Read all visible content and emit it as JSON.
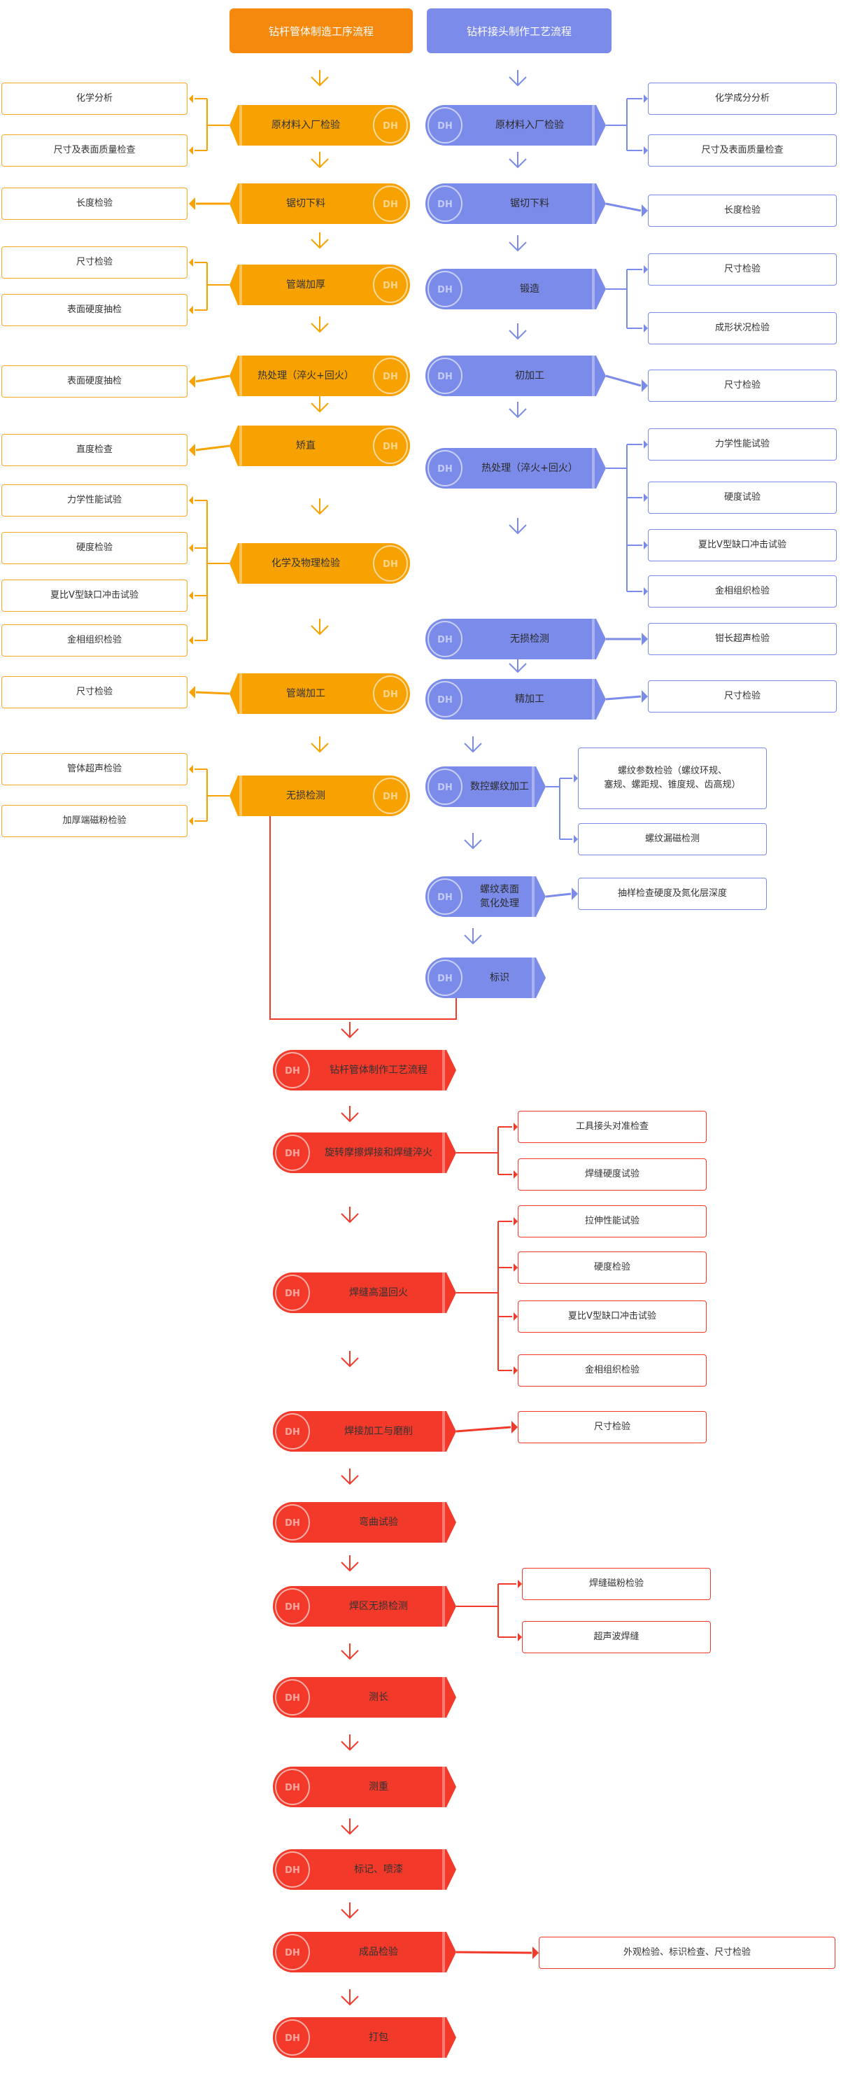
{
  "colors": {
    "orange": "#f7a200",
    "orange_header": "#f5890d",
    "blue": "#7b8bea",
    "red": "#f2392a"
  },
  "headers": {
    "orange": "钻杆管体制造工序流程",
    "blue": "钻杆接头制作工艺流程"
  },
  "orange_steps": [
    "原材料入厂检验",
    "锯切下料",
    "管端加厚",
    "热处理（淬火+回火）",
    "矫直",
    "化学及物理检验",
    "管端加工",
    "无损检测"
  ],
  "orange_boxes": [
    "化学分析",
    "尺寸及表面质量检查",
    "长度检验",
    "尺寸检验",
    "表面硬度抽检",
    "表面硬度抽检",
    "直度检查",
    "力学性能试验",
    "硬度检验",
    "夏比V型缺口冲击试验",
    "金相组织检验",
    "尺寸检验",
    "管体超声检验",
    "加厚端磁粉检验"
  ],
  "blue_steps": [
    "原材料入厂检验",
    "锯切下料",
    "锻造",
    "初加工",
    "热处理（淬火+回火）",
    "无损检测",
    "精加工",
    "数控螺纹加工",
    "螺纹表面",
    "氮化处理",
    "标识"
  ],
  "blue_boxes": [
    "化学成分分析",
    "尺寸及表面质量检查",
    "长度检验",
    "尺寸检验",
    "成形状况检验",
    "尺寸检验",
    "力学性能试验",
    "硬度试验",
    "夏比V型缺口冲击试验",
    "金相组织检验",
    "钳长超声检验",
    "尺寸检验",
    "螺纹参数检验（螺纹环规、",
    "塞规、螺距规、锥度规、齿高规）",
    "螺纹漏磁检测",
    "抽样检查硬度及氮化层深度"
  ],
  "red_steps": [
    "钻杆管体制作工艺流程",
    "旋转摩擦焊接和焊缝淬火",
    "焊缝高温回火",
    "焊接加工与磨削",
    "弯曲试验",
    "焊区无损检测",
    "测长",
    "测重",
    "标记、喷漆",
    "成品检验",
    "打包"
  ],
  "red_boxes": [
    "工具接头对准检查",
    "焊缝硬度试验",
    "拉伸性能试验",
    "硬度检验",
    "夏比V型缺口冲击试验",
    "金相组织检验",
    "尺寸检验",
    "焊缝磁粉检验",
    "超声波焊缝",
    "外观检验、标识检查、尺寸检验"
  ],
  "badge": "DH"
}
